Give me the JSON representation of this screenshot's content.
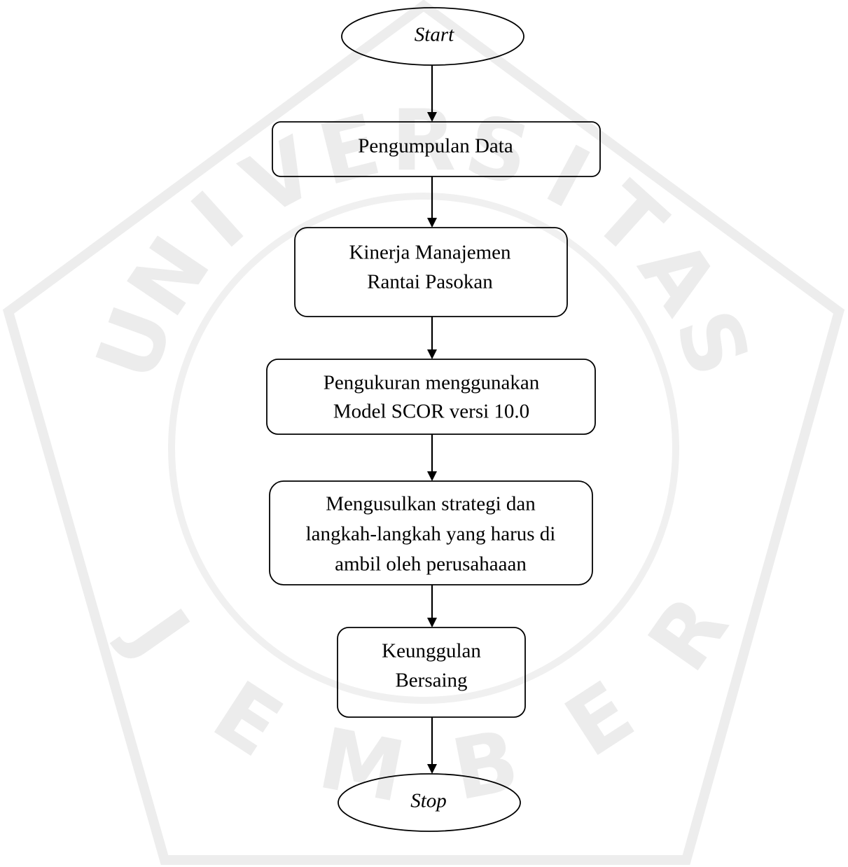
{
  "flowchart": {
    "start": {
      "label": "Start"
    },
    "steps": [
      {
        "lines": [
          "Pengumpulan Data"
        ]
      },
      {
        "lines": [
          "Kinerja Manajemen",
          "Rantai Pasokan"
        ]
      },
      {
        "lines": [
          "Pengukuran menggunakan",
          "Model SCOR versi 10.0"
        ]
      },
      {
        "lines": [
          "Mengusulkan strategi dan",
          "langkah-langkah yang harus di",
          "ambil oleh perusahaaan"
        ]
      },
      {
        "lines": [
          "Keunggulan",
          "Bersaing"
        ]
      }
    ],
    "stop": {
      "label": "Stop"
    }
  },
  "watermark": {
    "arc_letters": [
      "U",
      "N",
      "I",
      "V",
      "E",
      "R",
      "S",
      "I",
      "T",
      "A",
      "S"
    ],
    "bottom_letters": [
      "J",
      "E",
      "M",
      "B",
      "E",
      "R"
    ]
  }
}
